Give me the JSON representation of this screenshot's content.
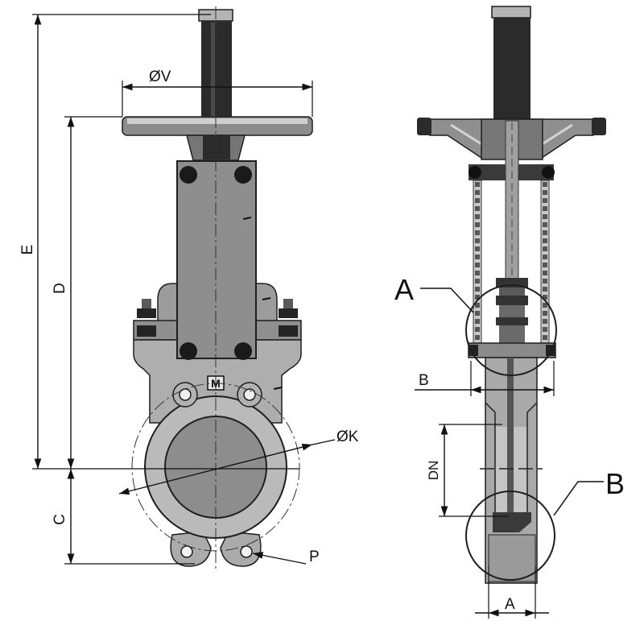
{
  "diagram": {
    "left_view": {
      "dim_v": "ØV",
      "dim_e": "E",
      "dim_d": "D",
      "dim_c": "C",
      "dim_k": "ØK",
      "dim_p": "P",
      "logo": "M"
    },
    "right_view": {
      "detail_a": "A",
      "detail_b": "B",
      "dim_b": "B",
      "dim_dn": "DN",
      "dim_a": "A"
    }
  },
  "colors": {
    "line": "#111111",
    "stem": "#2b2b2b",
    "body": "#a9a9a9",
    "body_dark": "#8a8a8a",
    "body_light": "#c4c4c4",
    "background": "#ffffff"
  }
}
